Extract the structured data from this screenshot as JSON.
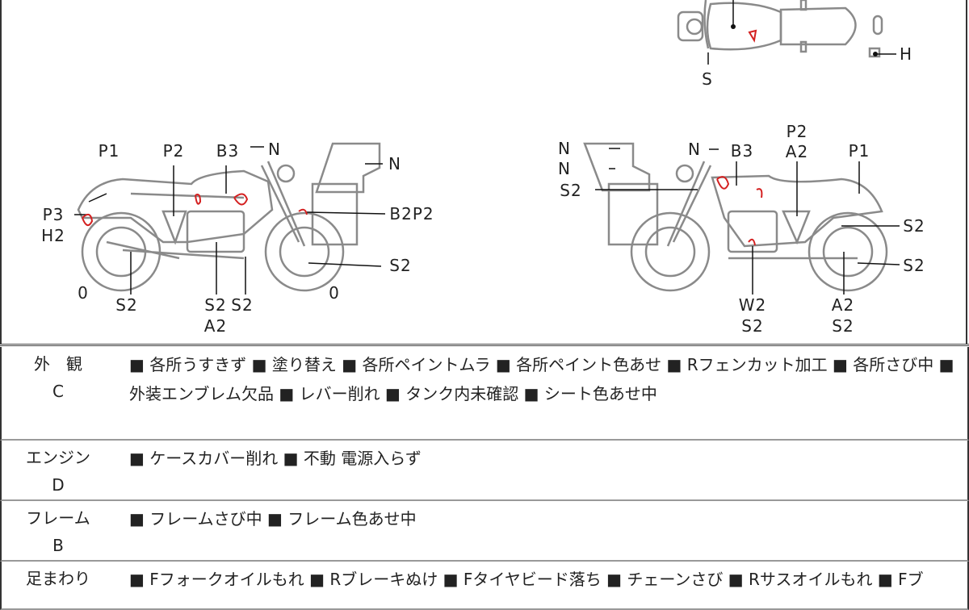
{
  "diagram": {
    "top_labels": [
      "S",
      "H"
    ],
    "left_labels": [
      "P1",
      "P2",
      "B3",
      "N",
      "N",
      "P3",
      "H2",
      "B2P2",
      "S2",
      "0",
      "S2",
      "S2",
      "S2",
      "A2",
      "0"
    ],
    "right_labels": [
      "N",
      "N",
      "S2",
      "N",
      "B3",
      "P2",
      "A2",
      "P1",
      "S2",
      "S2",
      "W2",
      "S2",
      "A2",
      "S2"
    ],
    "colors": {
      "line": "#777777",
      "mark": "#d42020"
    }
  },
  "sections": [
    {
      "title": "外　観",
      "code": "C",
      "text": "■ 各所うすきず ■ 塗り替え ■ 各所ペイントムラ ■ 各所ペイント色あせ ■ Rフェンカット加工 ■ 各所さび中 ■ 外装エンブレム欠品 ■ レバー削れ ■ タンク内未確認 ■ シート色あせ中"
    },
    {
      "title": "エンジン",
      "code": "D",
      "text": "■ ケースカバー削れ ■ 不動 電源入らず"
    },
    {
      "title": "フレーム",
      "code": "B",
      "text": "■ フレームさび中 ■ フレーム色あせ中"
    },
    {
      "title": "足まわり",
      "code": "",
      "text": "■ Fフォークオイルもれ ■ Rブレーキぬけ ■ Fタイヤビード落ち ■ チェーンさび ■ Rサスオイルもれ ■ Fブ"
    }
  ]
}
